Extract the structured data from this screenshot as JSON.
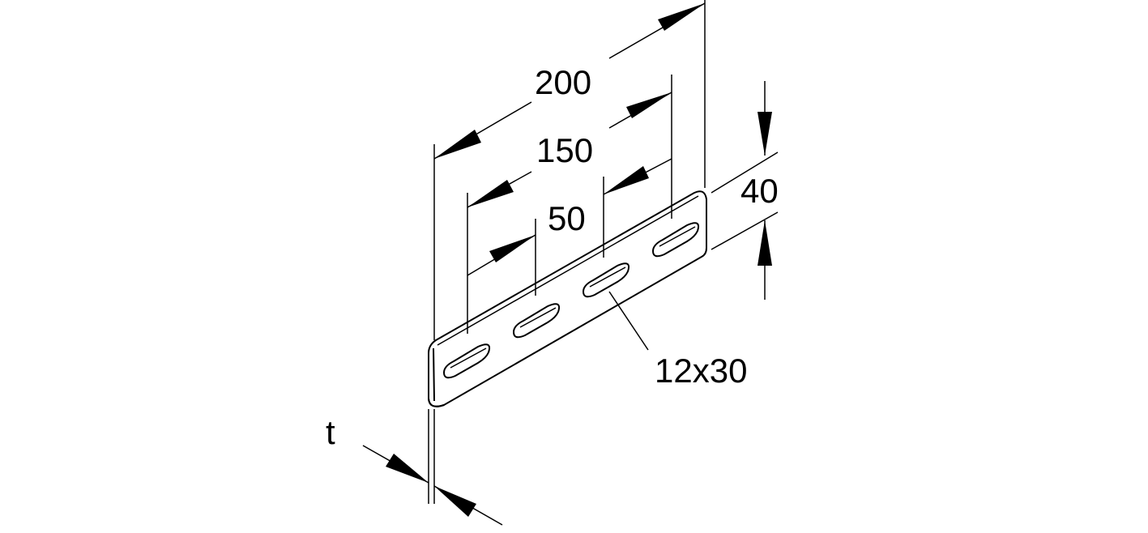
{
  "dimensions": {
    "overall_length": "200",
    "outer_hole_spacing": "150",
    "inner_hole_spacing": "50",
    "width": "40",
    "slot_size": "12x30",
    "thickness": "t"
  }
}
